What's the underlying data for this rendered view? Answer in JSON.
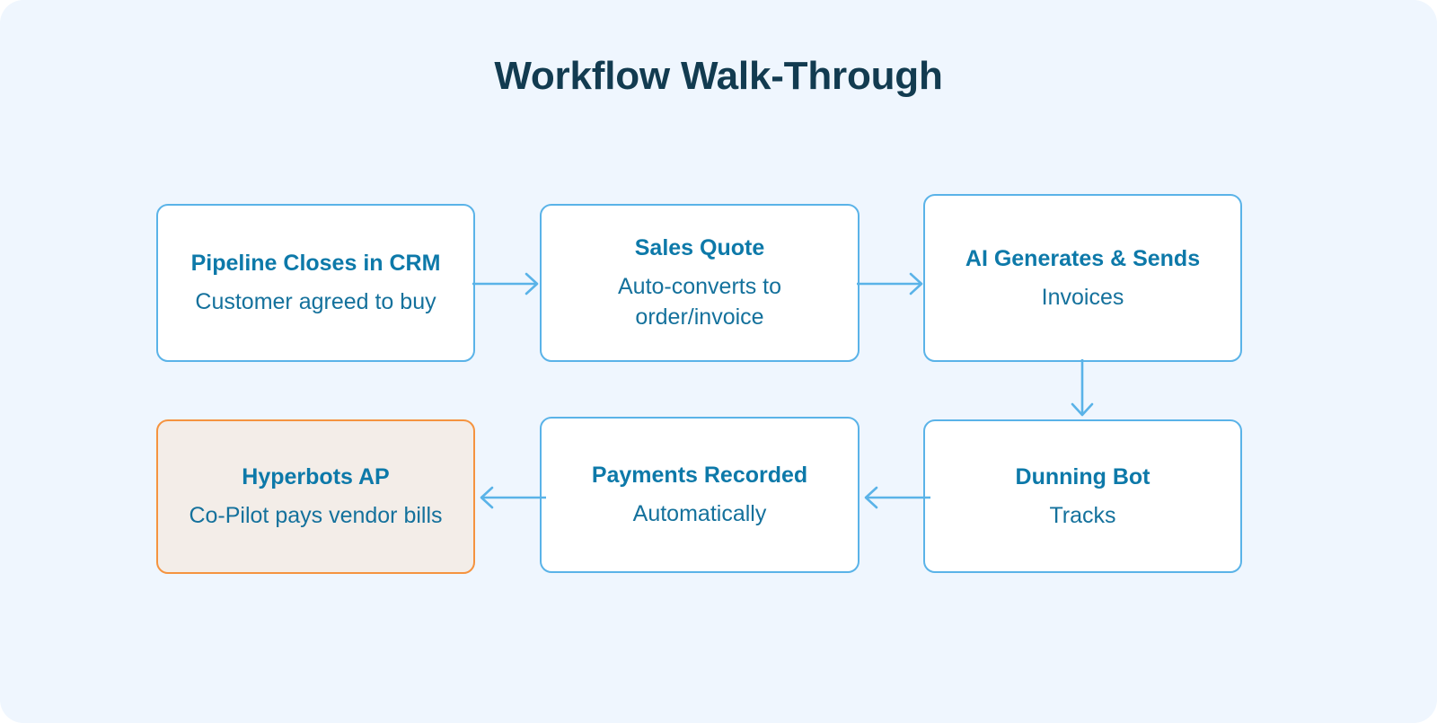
{
  "page": {
    "title": "Workflow Walk-Through",
    "background_color": "#eff6fe",
    "title_color": "#123b50"
  },
  "theme": {
    "node_border": "#5ab3e8",
    "node_fill": "#ffffff",
    "node_title_color": "#0d79a9",
    "node_subtitle_color": "#14719c",
    "accent_border": "#f5933f",
    "accent_fill": "#f3ede8",
    "connector_color": "#5ab3e8"
  },
  "diagram": {
    "nodes": [
      {
        "id": "pipeline-closes-in-crm",
        "title": "Pipeline Closes in CRM",
        "subtitle": "Customer agreed to buy",
        "highlighted": false
      },
      {
        "id": "sales-quote",
        "title": "Sales Quote",
        "subtitle": "Auto-converts to order/invoice",
        "highlighted": false
      },
      {
        "id": "ai-generates-and-sends",
        "title": "AI Generates & Sends",
        "subtitle": "Invoices",
        "highlighted": false
      },
      {
        "id": "dunning-bot",
        "title": "Dunning Bot",
        "subtitle": "Tracks",
        "highlighted": false
      },
      {
        "id": "payments-recorded",
        "title": "Payments Recorded",
        "subtitle": "Automatically",
        "highlighted": false
      },
      {
        "id": "hyperbots-ap",
        "title": "Hyperbots AP",
        "subtitle": "Co-Pilot pays vendor bills",
        "highlighted": true
      }
    ],
    "connectors": [
      {
        "id": "c1",
        "from": "pipeline-closes-in-crm",
        "to": "sales-quote",
        "direction": "right"
      },
      {
        "id": "c2",
        "from": "sales-quote",
        "to": "ai-generates-and-sends",
        "direction": "right"
      },
      {
        "id": "c3",
        "from": "ai-generates-and-sends",
        "to": "dunning-bot",
        "direction": "down"
      },
      {
        "id": "c4",
        "from": "dunning-bot",
        "to": "payments-recorded",
        "direction": "left"
      },
      {
        "id": "c5",
        "from": "payments-recorded",
        "to": "hyperbots-ap",
        "direction": "left"
      }
    ]
  }
}
